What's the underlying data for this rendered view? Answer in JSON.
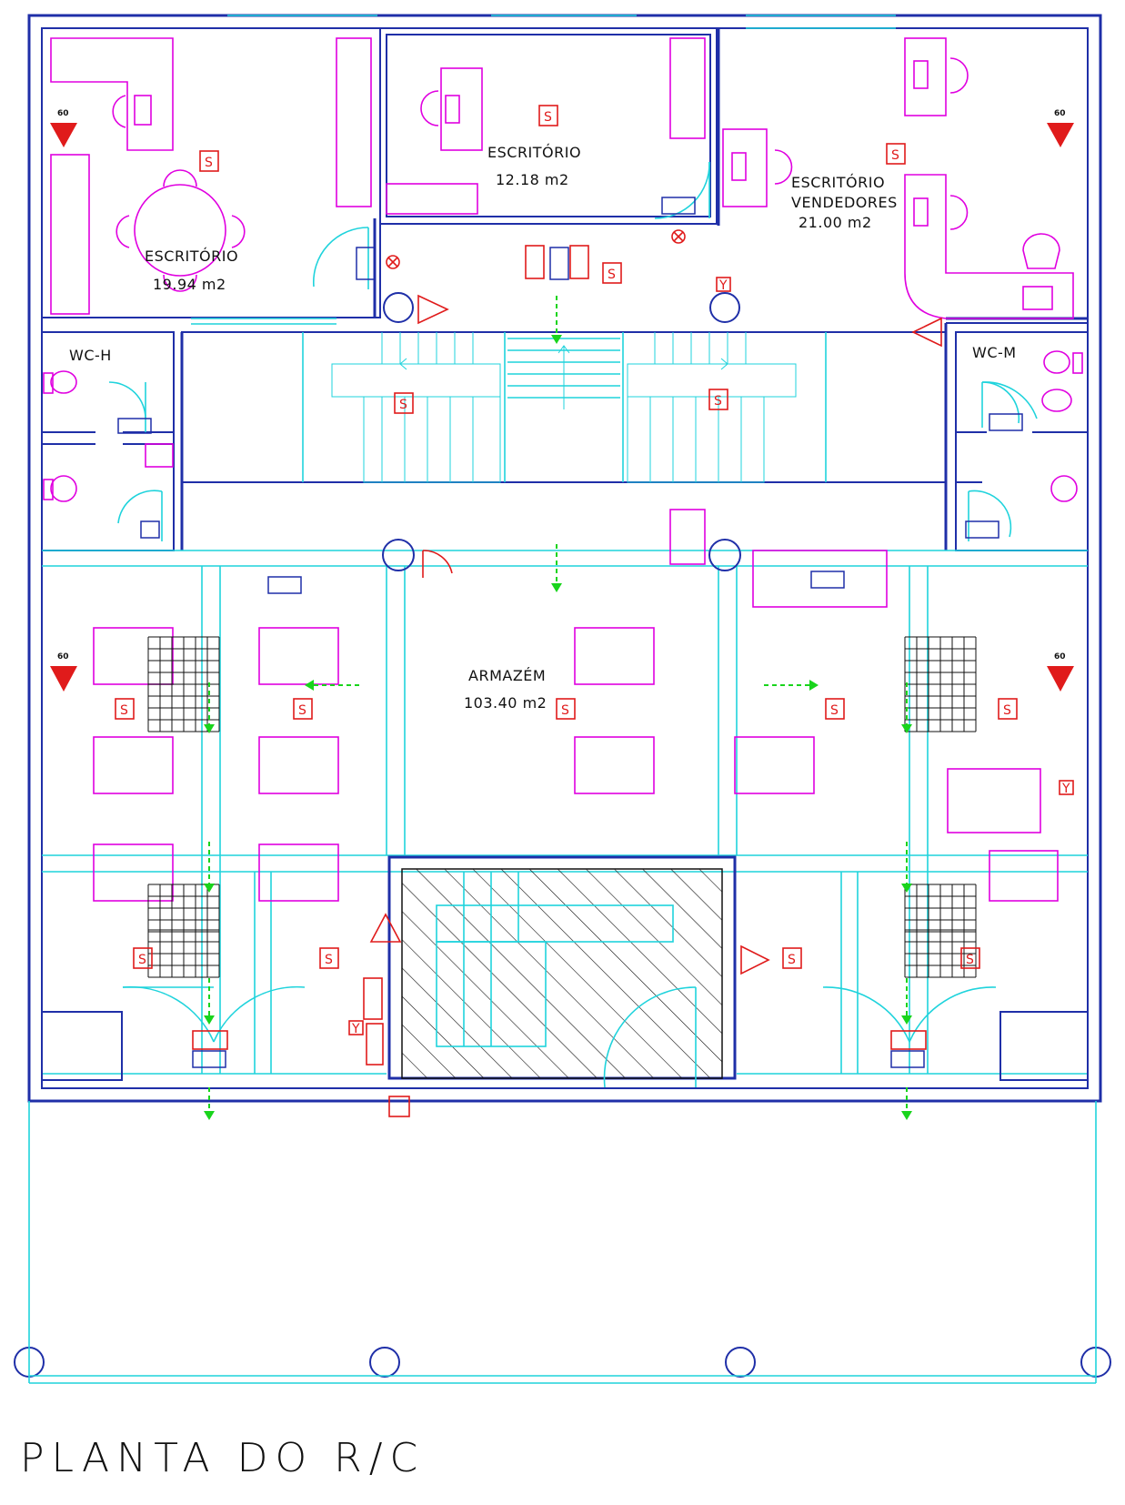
{
  "rooms": {
    "office_left": {
      "name": "ESCRITÓRIO",
      "area": "19.94  m2"
    },
    "office_center": {
      "name": "ESCRITÓRIO",
      "area": "12.18  m2"
    },
    "office_sales": {
      "name_line1": "ESCRITÓRIO",
      "name_line2": "VENDEDORES",
      "area": "21.00  m2"
    },
    "wc_men": {
      "name": "WC-H"
    },
    "wc_women": {
      "name": "WC-M"
    },
    "warehouse": {
      "name": "ARMAZÉM",
      "area": "103.40  m2"
    }
  },
  "symbols": {
    "fire_resistance": "60",
    "exit_sign": "S",
    "signal_y": "Y"
  },
  "drawing_title": "PLANTA  DO  R/C",
  "colors": {
    "walls": "#1f2fa8",
    "structure": "#1fd3dc",
    "furniture": "#e000e0",
    "safety": "#e01b1b",
    "evacuation": "#19d41c"
  }
}
